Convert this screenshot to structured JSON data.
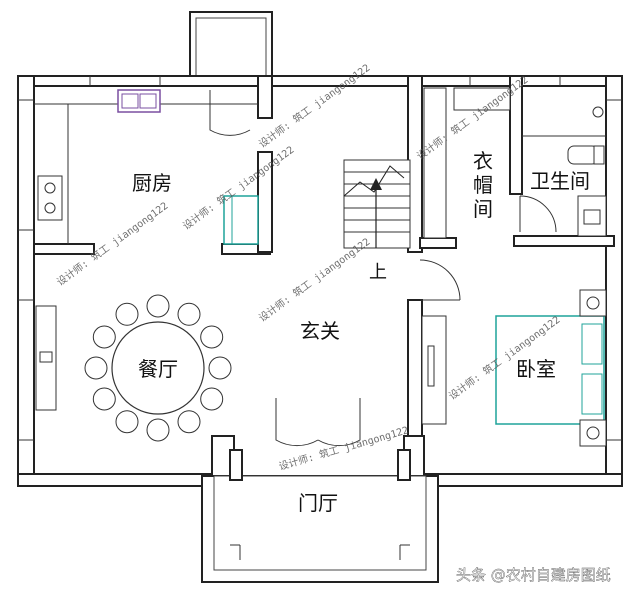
{
  "rooms": {
    "kitchen": "厨房",
    "dining": "餐厅",
    "hall": "玄关",
    "entrance": "门厅",
    "bedroom": "卧室",
    "bathroom": "卫生间",
    "cloakroom": "衣帽间",
    "stairs_up": "上"
  },
  "watermarks": [
    "设计师: 筑工 jiangong122",
    "设计师: 筑工 jiangong122",
    "设计师: 筑工 jiangong122",
    "设计师: 筑工 jiangong122",
    "设计师: 筑工 jiangong122",
    "设计师: 筑工 jiangong122",
    "设计师: 筑工 jiangong122"
  ],
  "credit": "头条 @农村自建房图纸",
  "colors": {
    "wall": "#222222",
    "fixture_accent": "#1fa39a",
    "sink_accent": "#7a4fa0",
    "bed_accent": "#1fa39a"
  }
}
